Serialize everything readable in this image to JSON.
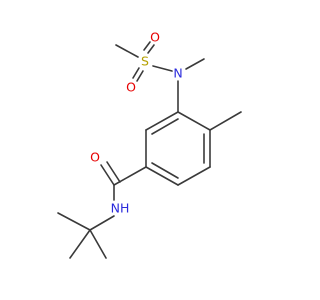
{
  "molecule": {
    "atoms": [
      {
        "id": "S",
        "label": "S",
        "color": "#b5a000"
      },
      {
        "id": "O_top",
        "label": "O",
        "color": "#e60000"
      },
      {
        "id": "O_bottom",
        "label": "O",
        "color": "#e60000"
      },
      {
        "id": "N_sulfonamide",
        "label": "N",
        "color": "#2b2bdc"
      },
      {
        "id": "O_carbonyl",
        "label": "O",
        "color": "#e60000"
      },
      {
        "id": "N_amide",
        "label": "NH",
        "color": "#2b2bdc"
      }
    ],
    "bond_color": "#3a3a3a"
  }
}
